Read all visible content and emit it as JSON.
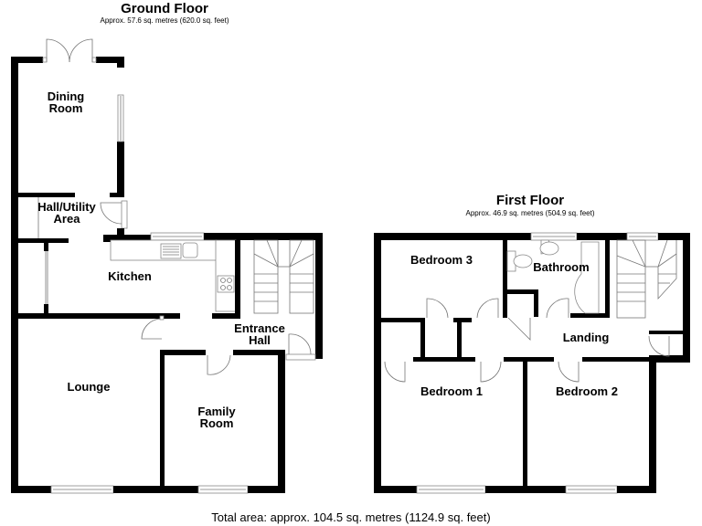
{
  "ground_floor": {
    "title": "Ground Floor",
    "area": "Approx. 57.6 sq. metres (620.0 sq. feet)",
    "rooms": {
      "dining_line1": "Dining",
      "dining_line2": "Room",
      "hall_utility_line1": "Hall/Utility",
      "hall_utility_line2": "Area",
      "kitchen": "Kitchen",
      "entrance_line1": "Entrance",
      "entrance_line2": "Hall",
      "lounge": "Lounge",
      "family_line1": "Family",
      "family_line2": "Room"
    }
  },
  "first_floor": {
    "title": "First Floor",
    "area": "Approx. 46.9 sq. metres (504.9 sq. feet)",
    "rooms": {
      "bedroom3": "Bedroom 3",
      "bathroom": "Bathroom",
      "landing": "Landing",
      "bedroom1": "Bedroom 1",
      "bedroom2": "Bedroom 2"
    }
  },
  "total_area": "Total area: approx. 104.5 sq. metres (1124.9 sq. feet)"
}
